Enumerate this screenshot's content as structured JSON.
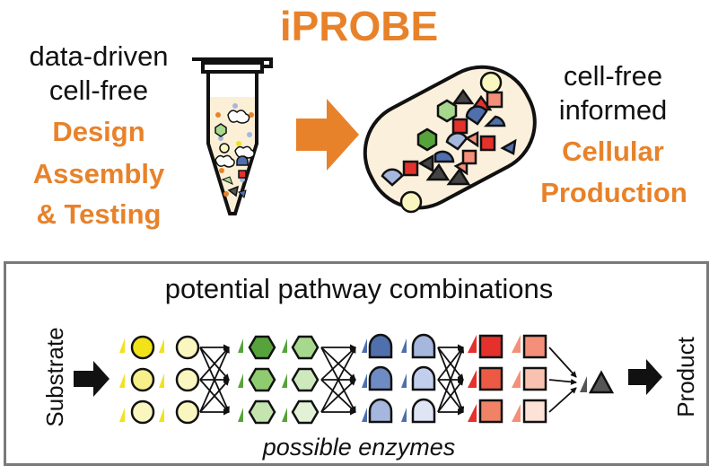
{
  "title": "iPROBE",
  "left_text": {
    "line1": "data-driven",
    "line2": "cell-free",
    "line3": "Design",
    "line4": "Assembly",
    "line5": "& Testing"
  },
  "right_text": {
    "line1": "cell-free",
    "line2": "informed",
    "line3": "Cellular",
    "line4": "Production"
  },
  "bottom": {
    "title": "potential pathway combinations",
    "substrate_label": "Substrate",
    "product_label": "Product",
    "caption": "possible enzymes"
  },
  "colors": {
    "accent_orange": "#e8822a",
    "yellow_dark": "#f2e21a",
    "yellow_light": "#faf6c0",
    "green_dark": "#57a33b",
    "green_mid": "#a8d88e",
    "green_light": "#e3f2d6",
    "blue_dark": "#4f6fad",
    "blue_mid": "#a6b7de",
    "blue_light": "#dfe5f5",
    "red_dark": "#e5312b",
    "red_mid": "#f4907a",
    "red_light": "#fde2d8",
    "cell_fill": "#fbf0dc",
    "tube_fill": "#fbefd6"
  }
}
